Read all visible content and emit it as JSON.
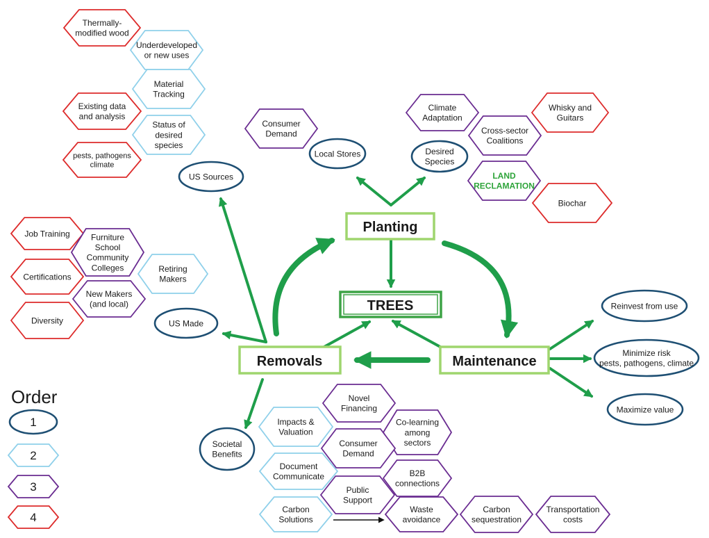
{
  "colors": {
    "order1": "#1e4f73",
    "order2": "#8fd0ea",
    "order3": "#6a2c91",
    "order4": "#dd2b2b",
    "green": "#1f9e4a",
    "box_light": "#9fd56e",
    "box_dark": "#3da346",
    "land_text": "#2ea43a"
  },
  "hubs": {
    "trees": "TREES",
    "planting": "Planting",
    "removals": "Removals",
    "maintenance": "Maintenance"
  },
  "legend": {
    "title": "Order",
    "items": [
      {
        "label": "1",
        "order": 1
      },
      {
        "label": "2",
        "order": 2
      },
      {
        "label": "3",
        "order": 3
      },
      {
        "label": "4",
        "order": 4
      }
    ]
  },
  "nodes": {
    "thermally_modified_wood": {
      "order": 4,
      "lines": [
        "Thermally-",
        "modified wood"
      ]
    },
    "underdeveloped_uses": {
      "order": 2,
      "lines": [
        "Underdeveloped",
        "or new uses"
      ]
    },
    "material_tracking": {
      "order": 2,
      "lines": [
        "Material",
        "Tracking"
      ]
    },
    "existing_data": {
      "order": 4,
      "lines": [
        "Existing data",
        "and analysis"
      ]
    },
    "status_species": {
      "order": 2,
      "lines": [
        "Status of",
        "desired",
        "species"
      ]
    },
    "pests_pathogens": {
      "order": 4,
      "lines": [
        "pests, pathogens",
        "climate"
      ]
    },
    "us_sources": {
      "order": 1,
      "lines": [
        "US Sources"
      ]
    },
    "consumer_demand_top": {
      "order": 3,
      "lines": [
        "Consumer",
        "Demand"
      ]
    },
    "local_stores": {
      "order": 1,
      "lines": [
        "Local Stores"
      ]
    },
    "climate_adaptation": {
      "order": 3,
      "lines": [
        "Climate",
        "Adaptation"
      ]
    },
    "desired_species": {
      "order": 1,
      "lines": [
        "Desired",
        "Species"
      ]
    },
    "cross_sector": {
      "order": 3,
      "lines": [
        "Cross-sector",
        "Coalitions"
      ]
    },
    "whisky_guitars": {
      "order": 4,
      "lines": [
        "Whisky and",
        "Guitars"
      ]
    },
    "land_reclamation": {
      "order": 3,
      "lines": [
        "LAND",
        "RECLAMATION"
      ]
    },
    "biochar": {
      "order": 4,
      "lines": [
        "Biochar"
      ]
    },
    "job_training": {
      "order": 4,
      "lines": [
        "Job Training"
      ]
    },
    "furniture_school": {
      "order": 3,
      "lines": [
        "Furniture",
        "School",
        "Community",
        "Colleges"
      ]
    },
    "certifications": {
      "order": 4,
      "lines": [
        "Certifications"
      ]
    },
    "retiring_makers": {
      "order": 2,
      "lines": [
        "Retiring",
        "Makers"
      ]
    },
    "new_makers": {
      "order": 3,
      "lines": [
        "New Makers",
        "(and local)"
      ]
    },
    "diversity": {
      "order": 4,
      "lines": [
        "Diversity"
      ]
    },
    "us_made": {
      "order": 1,
      "lines": [
        "US Made"
      ]
    },
    "reinvest": {
      "order": 1,
      "lines": [
        "Reinvest from use"
      ]
    },
    "minimize_risk": {
      "order": 1,
      "lines": [
        "Minimize risk",
        "pests, pathogens, climate"
      ]
    },
    "maximize_value": {
      "order": 1,
      "lines": [
        "Maximize value"
      ]
    },
    "societal_benefits": {
      "order": 1,
      "lines": [
        "Societal",
        "Benefits"
      ]
    },
    "novel_financing": {
      "order": 3,
      "lines": [
        "Novel",
        "Financing"
      ]
    },
    "impacts_valuation": {
      "order": 2,
      "lines": [
        "Impacts &",
        "Valuation"
      ]
    },
    "co_learning": {
      "order": 3,
      "lines": [
        "Co-learning",
        "among",
        "sectors"
      ]
    },
    "consumer_demand_bottom": {
      "order": 3,
      "lines": [
        "Consumer",
        "Demand"
      ]
    },
    "document_communicate": {
      "order": 2,
      "lines": [
        "Document",
        "Communicate"
      ]
    },
    "b2b": {
      "order": 3,
      "lines": [
        "B2B",
        "connections"
      ]
    },
    "public_support": {
      "order": 3,
      "lines": [
        "Public",
        "Support"
      ]
    },
    "carbon_solutions": {
      "order": 2,
      "lines": [
        "Carbon",
        "Solutions"
      ]
    },
    "waste_avoidance": {
      "order": 3,
      "lines": [
        "Waste",
        "avoidance"
      ]
    },
    "carbon_sequestration": {
      "order": 3,
      "lines": [
        "Carbon",
        "sequestration"
      ]
    },
    "transportation_costs": {
      "order": 3,
      "lines": [
        "Transportation",
        "costs"
      ]
    }
  }
}
